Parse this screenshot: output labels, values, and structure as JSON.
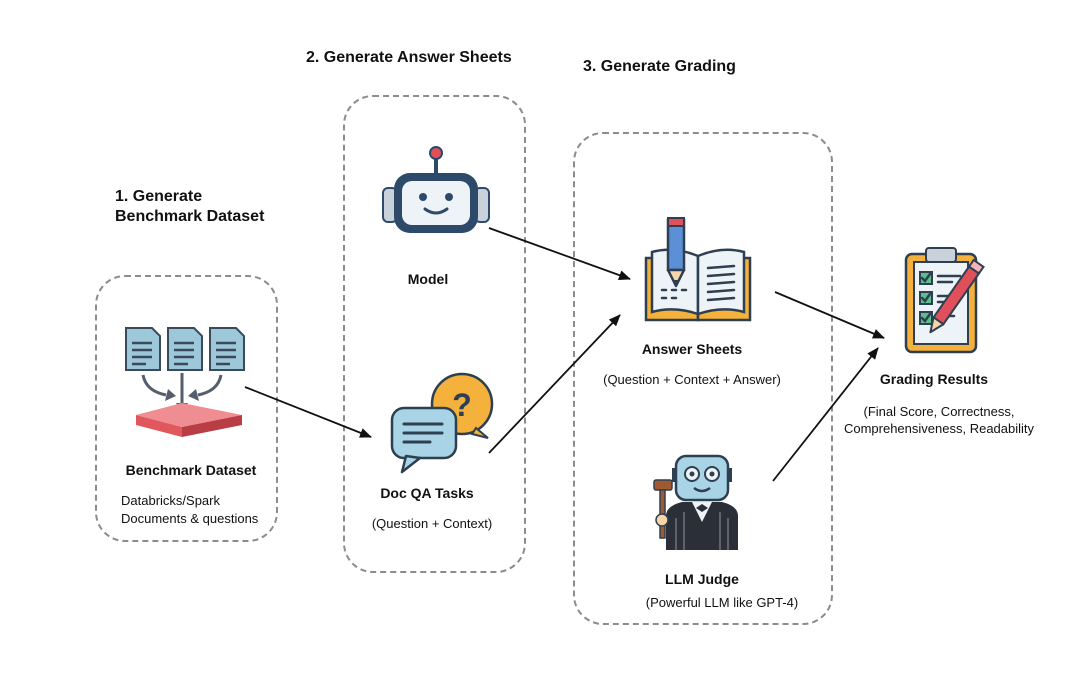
{
  "stages": {
    "step1": {
      "title_line1": "1. Generate",
      "title_line2": "Benchmark Dataset"
    },
    "step2": {
      "title": "2. Generate Answer Sheets"
    },
    "step3": {
      "title": "3. Generate Grading"
    }
  },
  "nodes": {
    "benchmark_dataset": {
      "label": "Benchmark Dataset",
      "desc_line1": "Databricks/Spark",
      "desc_line2": "Documents & questions"
    },
    "model": {
      "label": "Model"
    },
    "doc_qa_tasks": {
      "label": "Doc QA Tasks",
      "desc": "(Question + Context)"
    },
    "answer_sheets": {
      "label": "Answer Sheets",
      "desc": "(Question + Context + Answer)"
    },
    "llm_judge": {
      "label": "LLM Judge",
      "desc": "(Powerful LLM like GPT-4)"
    },
    "grading_results": {
      "label": "Grading Results",
      "desc_line1": "(Final Score, Correctness,",
      "desc_line2": "Comprehensiveness, Readability"
    }
  },
  "icons": {
    "documents": "documents-icon",
    "robot": "robot-icon",
    "chat": "chat-question-icon",
    "book": "book-pencil-icon",
    "judge": "robot-judge-icon",
    "clipboard": "clipboard-checklist-icon"
  },
  "colors": {
    "dash_border": "#8c8c8c",
    "robot_body": "#2e4a6b",
    "document_blue": "#9cc8d9",
    "platform_red": "#e96b6f",
    "chat_orange": "#f4b13c",
    "chat_blue": "#a9d4e6"
  }
}
